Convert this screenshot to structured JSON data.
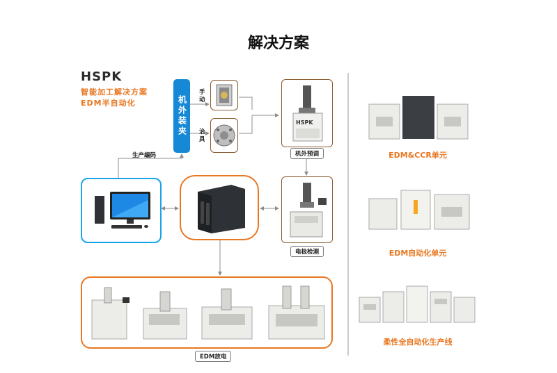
{
  "page_title": "解决方案",
  "logo": {
    "brand": "HSPK",
    "line1": "智能加工解决方案",
    "line2": "EDM半自动化"
  },
  "blue_pill": "机外装夹",
  "fixture_labels": {
    "manual": "手动",
    "jig": "治具"
  },
  "preset_caption": "机外预调",
  "barcode_label": "生产编码",
  "inspection_caption": "电极检测",
  "edm_caption": "EDM放电",
  "right_units": [
    "EDM&CCR单元",
    "EDM自动化单元",
    "柔性全自动化生产线"
  ],
  "colors": {
    "accent_orange": "#e87722",
    "accent_blue": "#1588d6",
    "frame_blue": "#1aa3e8",
    "arrow_gray": "#8c8c8c"
  }
}
